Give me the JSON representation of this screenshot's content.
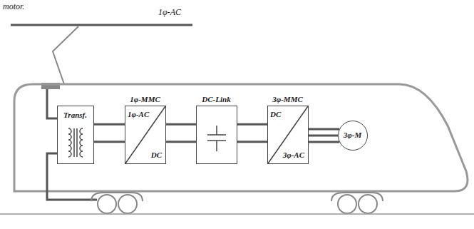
{
  "diagram": {
    "nodes": [
      {
        "text": [
          "Transf."
        ]
      },
      {
        "text": [
          "1φ-MMC",
          "1φ-AC",
          "DC"
        ]
      },
      {
        "text": [
          "DC-Link"
        ]
      },
      {
        "text": [
          "3φ-MMC",
          "DC",
          "3φ-AC"
        ]
      },
      {
        "text": [
          "3φ-M"
        ]
      }
    ],
    "edges": [
      {
        "from": 0,
        "to": 1,
        "arrow": "none"
      },
      {
        "from": 1,
        "to": 2,
        "arrow": "none"
      },
      {
        "from": 2,
        "to": 3,
        "arrow": "none"
      },
      {
        "from": 3,
        "to": 4,
        "arrow": "none"
      }
    ],
    "labels": [
      "motor.",
      "1φ-AC"
    ]
  }
}
